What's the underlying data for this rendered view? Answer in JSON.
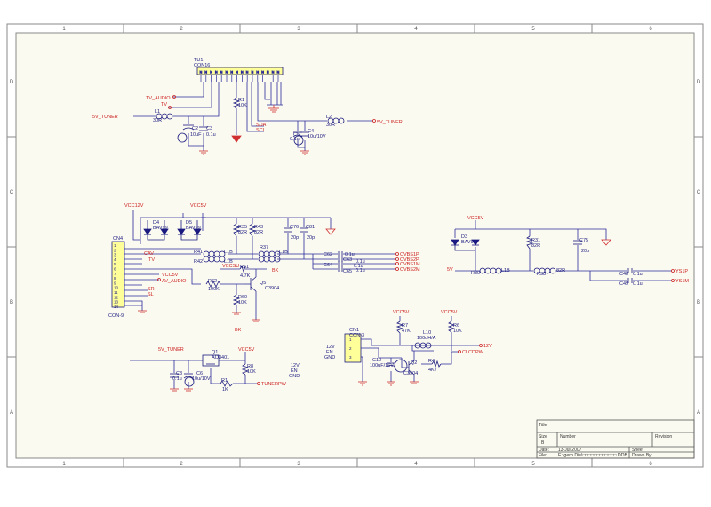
{
  "colors": {
    "paper": "#fbfaf0",
    "border": "#8a8a8a",
    "wire": "#2a2a9a",
    "part": "#1a1a80",
    "net": "#cc2020",
    "ground": "#d03030",
    "body": "#ffff99"
  },
  "frame": {
    "columns": [
      "1",
      "2",
      "3",
      "4",
      "5",
      "6"
    ],
    "rows": [
      "D",
      "C",
      "B",
      "A"
    ]
  },
  "tuner": {
    "ref": "TU1",
    "type": "CON16",
    "pins": [
      "N",
      "N",
      "N",
      "N",
      "N",
      "N",
      "N",
      "N",
      "N",
      "N",
      "N",
      "N",
      "N",
      "N",
      "N",
      "N"
    ]
  },
  "nets": {
    "tv_audio": "TV_AUDIO",
    "tv": "TV",
    "tuner_5v_left": "5V_TUNER",
    "tuner_5v_right": "5V_TUNER",
    "sda": "SDA",
    "scl": "SCL",
    "vcc12v": "VCC12V",
    "vcc5v_a": "VCC5V",
    "vcc5v_b": "VCC5V",
    "vcc5v_c": "VCC5V",
    "vcc5v_d": "VCC5V",
    "vcc5v_e": "VCC5V",
    "vcc5v_f": "VCC5V",
    "cav": "CAV",
    "tv2": "TV",
    "av_audio": "AV_AUDIO",
    "sr": "SR",
    "sl": "SL",
    "vccsu": "VCCSU",
    "bk_a": "BK",
    "bk_b": "BK",
    "cvbs1p": "CVBS1P",
    "cvbs2p": "CVBS2P",
    "cvbs1m": "CVBS1M",
    "cvbs2m": "CVBS2M",
    "ysp": "YS1P",
    "ysm": "YS1M",
    "v5_small": "5V",
    "tuner_5v_bottom": "5V_TUNER",
    "tunerpw": "TUNERPW",
    "v12_right": "12V",
    "clcdpw": "CLCDPW"
  },
  "parts": {
    "r_top": {
      "ref": "R1",
      "val": "10K"
    },
    "l1": {
      "ref": "L1",
      "val": "30R"
    },
    "l2": {
      "ref": "L2",
      "val": "30R"
    },
    "c2": {
      "ref": "C2",
      "val": "10uF"
    },
    "c3": {
      "ref": "C3",
      "val": "0.1u"
    },
    "c4": {
      "ref": "C4",
      "val": "10u/10V"
    },
    "c5": {
      "ref": "C5",
      "val": "0.1u"
    },
    "con4": {
      "ref": "CN4",
      "val": "CON-9",
      "pins": [
        "1",
        "2",
        "3",
        "4",
        "5",
        "6",
        "7",
        "8",
        "9",
        "10",
        "11",
        "12",
        "13",
        "14"
      ]
    },
    "d4": {
      "ref": "D4",
      "val": "BAV99"
    },
    "d5": {
      "ref": "D5",
      "val": "BAV99"
    },
    "d3": {
      "ref": "D3",
      "val": "BAV99"
    },
    "r35": {
      "ref": "R35",
      "val": "82R"
    },
    "r43": {
      "ref": "R43",
      "val": "82R"
    },
    "c76": {
      "ref": "C76",
      "val": "20p"
    },
    "c81": {
      "ref": "C81",
      "val": "20p"
    },
    "c75": {
      "ref": "C75",
      "val": "20p"
    },
    "r31": {
      "ref": "R31",
      "val": "82R"
    },
    "r41": {
      "ref": "R41",
      "val": "L1B"
    },
    "r42": {
      "ref": "R42",
      "val": "L1B"
    },
    "r37": {
      "ref": "R37",
      "val": "L1B"
    },
    "r30": {
      "ref": "R30",
      "val": "L1B"
    },
    "r38": {
      "ref": "R38",
      "val": "82R"
    },
    "c62": {
      "ref": "C62",
      "val": "0.1u"
    },
    "c63": {
      "ref": "C63",
      "val": "0.1u"
    },
    "c64": {
      "ref": "C64",
      "val": "0.1u"
    },
    "c65": {
      "ref": "C65",
      "val": "0.1u"
    },
    "c48": {
      "ref": "C48",
      "val": "0.1u"
    },
    "c49": {
      "ref": "C49",
      "val": "0.1u"
    },
    "r61": {
      "ref": "R61",
      "val": "4.7K"
    },
    "r62": {
      "ref": "R62",
      "val": "100K"
    },
    "r60": {
      "ref": "R60",
      "val": "10K"
    },
    "q5": {
      "ref": "Q5",
      "val": "C3904"
    },
    "q1": {
      "ref": "Q1",
      "val": "AO3401"
    },
    "c6": {
      "ref": "C6",
      "val": "10u/10V"
    },
    "c7": {
      "ref": "C3",
      "val": "0.1u"
    },
    "r8": {
      "ref": "R8",
      "val": "10K"
    },
    "r9": {
      "ref": "R1",
      "val": "1K"
    },
    "cn1": {
      "ref": "CN1",
      "val": "CON-3",
      "pins": [
        "1",
        "2",
        "3"
      ]
    },
    "cn1_labels": {
      "a": "12V",
      "b": "EN",
      "c": "GND"
    },
    "cn_mid_labels": {
      "a": "12V",
      "b": "EN",
      "c": "GND"
    },
    "r7": {
      "ref": "R7",
      "val": "47K"
    },
    "l10": {
      "ref": "L10",
      "val": "100uH/A"
    },
    "r6": {
      "ref": "R6",
      "val": "10K"
    },
    "c10": {
      "ref": "C10",
      "val": "100uF/16V"
    },
    "q2": {
      "ref": "Q2",
      "val": "C3904"
    },
    "r4": {
      "ref": "R4",
      "val": "4K7"
    }
  },
  "title_block": {
    "title_label": "Title",
    "size_label": "Size",
    "size_value": "B",
    "number_label": "Number",
    "revision_label": "Revision",
    "date_label": "Date:",
    "date_value": "13-Jul-2007",
    "file_label": "File:",
    "file_value": "E:\\gerb Dis\\□□□□□□□□□□□□.DDB",
    "sheet_label": "Sheet",
    "drawn_label": "Drawn By:"
  }
}
